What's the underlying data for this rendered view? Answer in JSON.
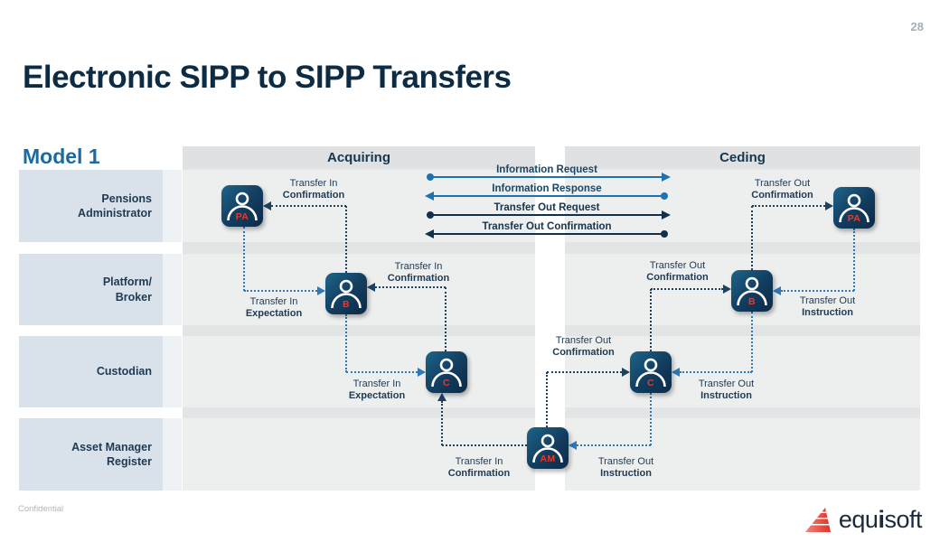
{
  "page": {
    "number": "28",
    "title": "Electronic SIPP to SIPP Transfers",
    "model_label": "Model 1",
    "confidential": "Confidential"
  },
  "logo": {
    "p1": "equ",
    "p2": "i",
    "p3": "soft",
    "brand_red": "#e5332a",
    "brand_navy": "#1b2a3d"
  },
  "columns": {
    "acquiring": "Acquiring",
    "ceding": "Ceding"
  },
  "lanes": [
    {
      "line1": "Pensions",
      "line2": "Administrator"
    },
    {
      "line1": "Platform/",
      "line2": "Broker"
    },
    {
      "line1": "Custodian",
      "line2": ""
    },
    {
      "line1": "Asset Manager",
      "line2": "Register"
    }
  ],
  "center_arrows": [
    {
      "label": "Information Request",
      "direction": "right",
      "color": "#1f72ad"
    },
    {
      "label": "Information Response",
      "direction": "left",
      "color": "#1f72ad"
    },
    {
      "label": "Transfer Out Request",
      "direction": "right",
      "color": "#13304a"
    },
    {
      "label": "Transfer Out Confirmation",
      "direction": "left",
      "color": "#13304a"
    }
  ],
  "actors": {
    "pa_acq": {
      "letter": "PA",
      "role": "Pensions Administrator (Acquiring)"
    },
    "b_acq": {
      "letter": "B",
      "role": "Platform/Broker (Acquiring)"
    },
    "c_acq": {
      "letter": "C",
      "role": "Custodian (Acquiring)"
    },
    "am": {
      "letter": "AM",
      "role": "Asset Manager Register"
    },
    "c_ced": {
      "letter": "C",
      "role": "Custodian (Ceding)"
    },
    "b_ced": {
      "letter": "B",
      "role": "Platform/Broker (Ceding)"
    },
    "pa_ced": {
      "letter": "PA",
      "role": "Pensions Administrator (Ceding)"
    }
  },
  "flows": {
    "a1": {
      "l1": "Transfer In",
      "l2": "Confirmation",
      "from": "B",
      "to": "PA"
    },
    "a2": {
      "l1": "Transfer In",
      "l2": "Expectation",
      "from": "PA",
      "to": "B"
    },
    "a3": {
      "l1": "Transfer In",
      "l2": "Confirmation",
      "from": "C",
      "to": "B"
    },
    "a4": {
      "l1": "Transfer In",
      "l2": "Expectation",
      "from": "B",
      "to": "C"
    },
    "a5": {
      "l1": "Transfer In",
      "l2": "Confirmation",
      "from": "AM",
      "to": "C"
    },
    "c1": {
      "l1": "Transfer Out",
      "l2": "Confirmation",
      "from": "B",
      "to": "PA"
    },
    "c2": {
      "l1": "Transfer Out",
      "l2": "Instruction",
      "from": "PA",
      "to": "B"
    },
    "c3": {
      "l1": "Transfer Out",
      "l2": "Confirmation",
      "from": "C",
      "to": "B"
    },
    "c4": {
      "l1": "Transfer Out",
      "l2": "Instruction",
      "from": "B",
      "to": "C"
    },
    "c5": {
      "l1": "Transfer Out",
      "l2": "Confirmation",
      "from": "AM",
      "to": "C"
    },
    "c6": {
      "l1": "Transfer Out",
      "l2": "Instruction",
      "from": "C",
      "to": "AM"
    }
  },
  "colors": {
    "title_navy": "#0d2c44",
    "model_blue": "#1a6aa3",
    "lane_box": "#d9e2ea",
    "panel_gray": "#e3e4e6",
    "line_blue": "#2e77b8",
    "line_dark": "#20405f",
    "icon_gradient_start": "#1d648a",
    "icon_gradient_end": "#0d2b47",
    "icon_letter_red": "#e23b30"
  }
}
